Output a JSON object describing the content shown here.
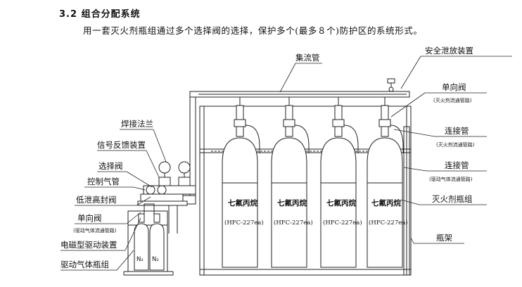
{
  "section": {
    "number": "3.2",
    "title": "组合分配系统",
    "intro": "用一套灭火剂瓶组通过多个选择阀的选择，保护多个(最多８个)防护区的系统形式。"
  },
  "labels": {
    "header_pipe": "集流管",
    "safety_relief": "安全泄放装置",
    "check_valve_right": "单向阀",
    "check_valve_right_note": "(灭火剂流通管路)",
    "connector_1": "连接管",
    "connector_1_note": "(灭火剂流通管路)",
    "connector_2": "连接管",
    "connector_2_note": "(驱动气体流通管路)",
    "agent_cylinder_group": "灭火剂瓶组",
    "frame": "瓶架",
    "welded_flange": "焊接法兰",
    "signal_feedback": "信号反馈装置",
    "selector_valve": "选择阀",
    "control_gas_pipe": "控制气管",
    "low_leak_seal_valve": "低泄高封阀",
    "check_valve_left": "单向阀",
    "check_valve_left_note": "(驱动气体流通管路)",
    "solenoid_actuator": "电磁型驱动装置",
    "drive_gas_group": "驱动气体瓶组"
  },
  "cylinders": [
    {
      "name": "七氟丙烷",
      "code": "(HFC-227ea)"
    },
    {
      "name": "七氟丙烷",
      "code": "(HFC-227ea)"
    },
    {
      "name": "七氟丙烷",
      "code": "(HFC-227ea)"
    },
    {
      "name": "七氟丙烷",
      "code": "(HFC-227ea)"
    }
  ],
  "drive_cylinders": [
    {
      "label": "N₂"
    },
    {
      "label": "N₂"
    }
  ]
}
